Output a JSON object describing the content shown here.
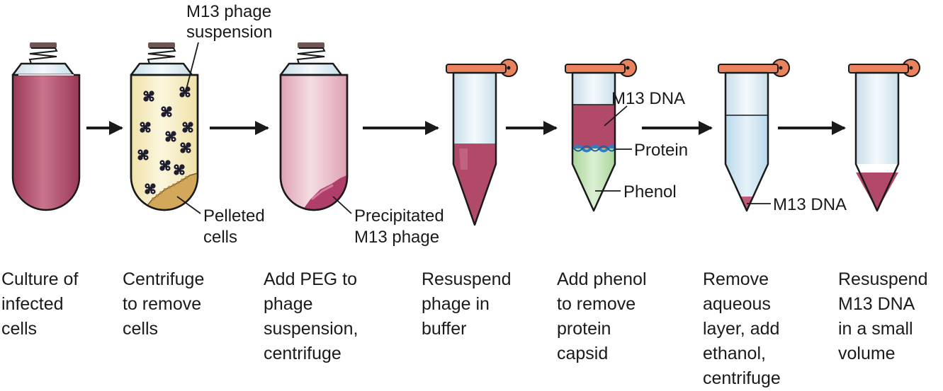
{
  "labels": {
    "m13_phage_suspension": [
      "M13 phage",
      "suspension"
    ],
    "pelleted_cells": [
      "Pelleted",
      "cells"
    ],
    "precipitated_phage": [
      "Precipitated",
      "M13 phage"
    ],
    "m13_dna_top": "M13 DNA",
    "protein": "Protein",
    "phenol": "Phenol",
    "m13_dna_bottom": "M13 DNA"
  },
  "steps": [
    {
      "lines": [
        "Culture of",
        "infected",
        "cells"
      ]
    },
    {
      "lines": [
        "Centrifuge",
        "to remove",
        "cells"
      ]
    },
    {
      "lines": [
        "Add PEG to",
        "phage",
        "suspension,",
        "centrifuge"
      ]
    },
    {
      "lines": [
        "Resuspend",
        "phage in",
        "buffer"
      ]
    },
    {
      "lines": [
        "Add phenol",
        "to remove",
        "protein",
        "capsid"
      ]
    },
    {
      "lines": [
        "Remove",
        "aqueous",
        "layer, add",
        "ethanol,",
        "centrifuge"
      ]
    },
    {
      "lines": [
        "Resuspend",
        "M13 DNA",
        "in a small",
        "volume"
      ]
    }
  ],
  "colors": {
    "culture": "#b14a69",
    "phage_suspension": "#f7efc8",
    "pellet": "#d4a85a",
    "peg_liquid": "#eabfc9",
    "precipitate": "#b03e6a",
    "phenol": "#bfe3b3",
    "protein": "#2f7fc2",
    "aqueous": "#cfe6f3",
    "cap_orange": "#e9825d",
    "cap_brown": "#6d5654"
  }
}
